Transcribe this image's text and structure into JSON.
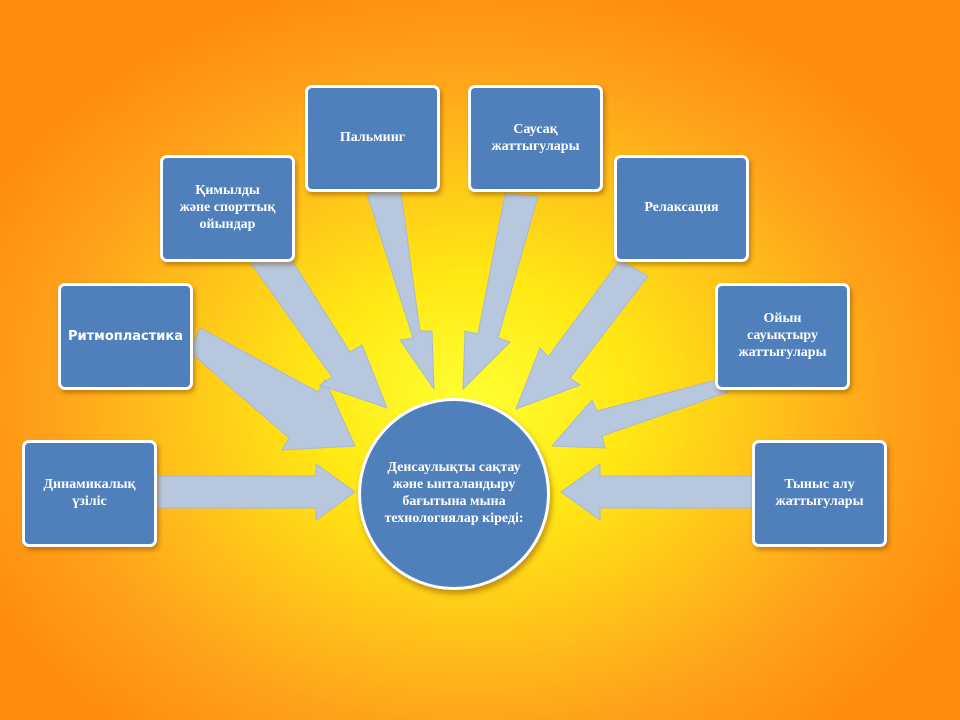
{
  "center": {
    "text": "Денсаулықты сақтау және ынталандыру бағытына мына технологиялар кіреді:"
  },
  "nodes": [
    {
      "id": "dynamic-pause",
      "text": "Динамикалық\nүзіліс"
    },
    {
      "id": "rhythmoplastics",
      "text": "Ритмопластика"
    },
    {
      "id": "movement-games",
      "text": "Қимылды\nжәне спорттық\nойындар"
    },
    {
      "id": "palming",
      "text": "Пальминг"
    },
    {
      "id": "finger-exercises",
      "text": "Саусақ\nжаттығулары"
    },
    {
      "id": "relaxation",
      "text": "Релаксация"
    },
    {
      "id": "game-health-exercises",
      "text": "Ойын\nсауықтыру\nжаттығулары"
    },
    {
      "id": "breathing-exercises",
      "text": "Тыныс алу\nжаттығулары"
    }
  ],
  "colors": {
    "box_fill": "#4f80bb",
    "arrow_fill": "#b7c8de",
    "border": "#ffffff"
  }
}
